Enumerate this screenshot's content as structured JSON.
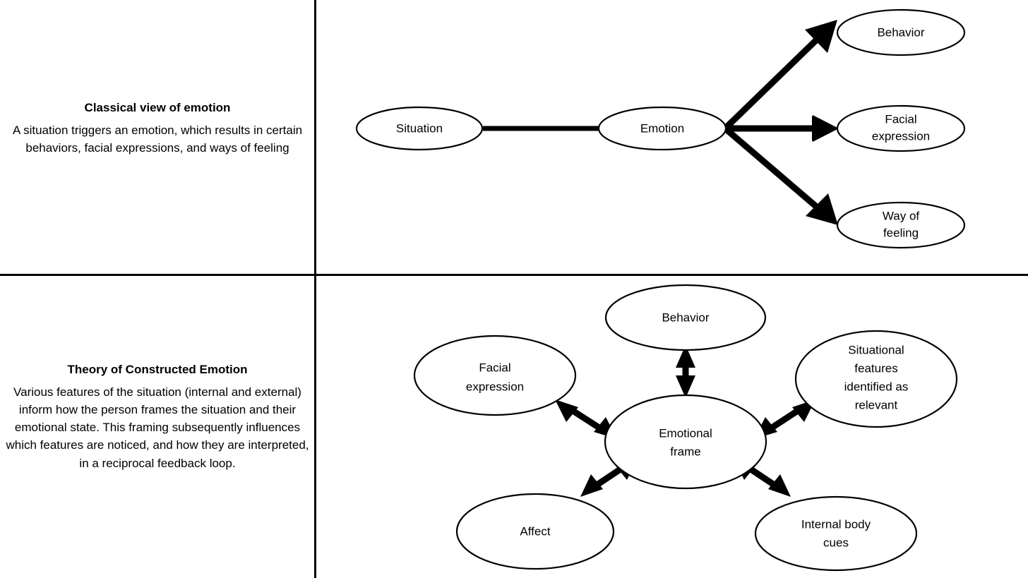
{
  "figure": {
    "background_color": "#ffffff",
    "line_color": "#000000",
    "panels": [
      {
        "id": "classical",
        "title": "Classical view of emotion",
        "description": "A situation triggers an emotion, which results in certain behaviors, facial expressions, and ways of feeling",
        "diagram": {
          "type": "directed-flow",
          "nodes": [
            {
              "id": "situation",
              "label": "Situation"
            },
            {
              "id": "emotion",
              "label": "Emotion"
            },
            {
              "id": "behavior",
              "label": "Behavior"
            },
            {
              "id": "facial",
              "label_line1": "Facial",
              "label_line2": "expression"
            },
            {
              "id": "feeling",
              "label_line1": "Way of",
              "label_line2": "feeling"
            }
          ],
          "edges": [
            {
              "from": "situation",
              "to": "emotion",
              "arrow": "single"
            },
            {
              "from": "emotion",
              "to": "behavior",
              "arrow": "single"
            },
            {
              "from": "emotion",
              "to": "facial",
              "arrow": "single"
            },
            {
              "from": "emotion",
              "to": "feeling",
              "arrow": "single"
            }
          ]
        }
      },
      {
        "id": "constructed",
        "title": "Theory of Constructed Emotion",
        "description": "Various features of the situation (internal and external) inform how the person frames the situation and their emotional state. This framing subsequently influences which features are noticed, and how they are interpreted, in a reciprocal feedback loop.",
        "diagram": {
          "type": "bidirectional-hub",
          "nodes": [
            {
              "id": "behavior2",
              "label": "Behavior"
            },
            {
              "id": "facial2",
              "label_line1": "Facial",
              "label_line2": "expression"
            },
            {
              "id": "situational",
              "label_line1": "Situational",
              "label_line2": "features",
              "label_line3": "identified as",
              "label_line4": "relevant"
            },
            {
              "id": "frame",
              "label_line1": "Emotional",
              "label_line2": "frame"
            },
            {
              "id": "affect",
              "label": "Affect"
            },
            {
              "id": "internal",
              "label_line1": "Internal body",
              "label_line2": "cues"
            }
          ],
          "edges": [
            {
              "from": "frame",
              "to": "behavior2",
              "arrow": "double"
            },
            {
              "from": "frame",
              "to": "facial2",
              "arrow": "double"
            },
            {
              "from": "frame",
              "to": "situational",
              "arrow": "double"
            },
            {
              "from": "frame",
              "to": "affect",
              "arrow": "double"
            },
            {
              "from": "frame",
              "to": "internal",
              "arrow": "double"
            }
          ]
        }
      }
    ]
  }
}
